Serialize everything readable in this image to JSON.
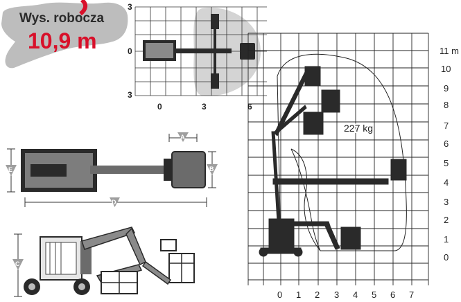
{
  "badge": {
    "line1": "Wys. robocza",
    "line2": "10,9 m",
    "color_text1": "#2b2b2b",
    "color_text2": "#d8102a",
    "color_cloud": "#bdbdbd"
  },
  "top_view": {
    "y_labels": [
      "3",
      "0",
      "3"
    ],
    "x_labels": [
      "0",
      "3",
      "6"
    ]
  },
  "range_chart": {
    "y_ticks": [
      "0",
      "1",
      "2",
      "3",
      "4",
      "5",
      "6",
      "7",
      "8",
      "9",
      "10"
    ],
    "y_top_label": "11 m",
    "x_ticks": [
      "0",
      "1",
      "2",
      "3",
      "4",
      "5",
      "6",
      "7"
    ],
    "load_label": "227 kg"
  },
  "dimension_markers": {
    "A": "A",
    "B": "B",
    "C": "C",
    "D": "D",
    "E": "E"
  },
  "colors": {
    "machine_dark": "#2a2a2a",
    "machine_mid": "#6b6b6b",
    "marker_fill": "#9e9e9e",
    "grid": "#222222",
    "turning_circle": "#d4d4d4"
  }
}
